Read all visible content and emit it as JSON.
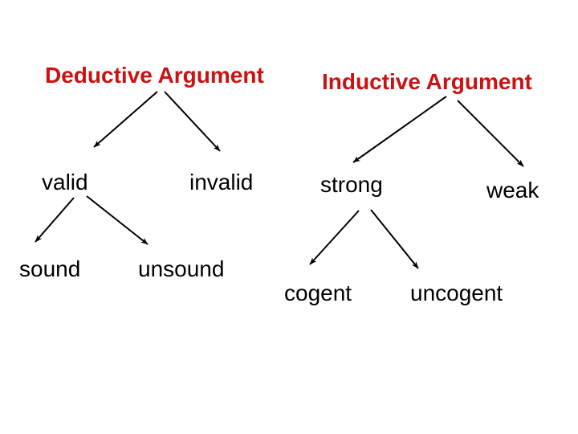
{
  "slide": {
    "background_color": "#ffffff",
    "heading_color": "#cc1111",
    "label_color": "#000000",
    "arrow_color": "#000000"
  },
  "nodes": {
    "deductive": {
      "label": "Deductive Argument"
    },
    "valid": {
      "label": "valid"
    },
    "invalid": {
      "label": "invalid"
    },
    "sound": {
      "label": "sound"
    },
    "unsound": {
      "label": "unsound"
    },
    "inductive": {
      "label": "Inductive Argument"
    },
    "strong": {
      "label": "strong"
    },
    "weak": {
      "label": "weak"
    },
    "cogent": {
      "label": "cogent"
    },
    "uncogent": {
      "label": "uncogent"
    }
  },
  "edges": [
    {
      "from": "Deductive Argument",
      "to": "valid"
    },
    {
      "from": "Deductive Argument",
      "to": "invalid"
    },
    {
      "from": "valid",
      "to": "sound"
    },
    {
      "from": "valid",
      "to": "unsound"
    },
    {
      "from": "Inductive Argument",
      "to": "strong"
    },
    {
      "from": "Inductive Argument",
      "to": "weak"
    },
    {
      "from": "strong",
      "to": "cogent"
    },
    {
      "from": "strong",
      "to": "uncogent"
    }
  ]
}
